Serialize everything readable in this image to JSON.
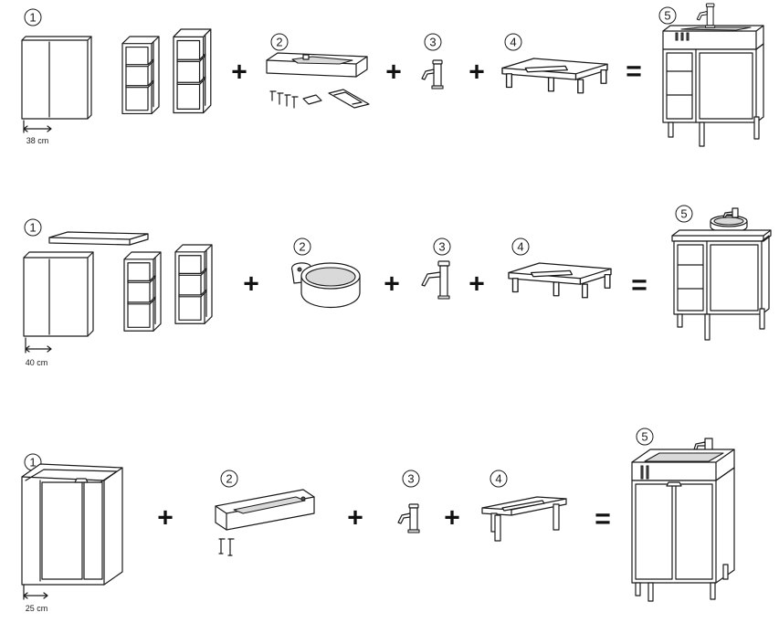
{
  "rows": [
    {
      "width_label": "38 cm",
      "steps": [
        "1",
        "2",
        "3",
        "4",
        "5"
      ],
      "operators": [
        "+",
        "+",
        "+",
        "="
      ]
    },
    {
      "width_label": "40 cm",
      "steps": [
        "1",
        "2",
        "3",
        "4",
        "5"
      ],
      "operators": [
        "+",
        "+",
        "+",
        "="
      ]
    },
    {
      "width_label": "25 cm",
      "steps": [
        "1",
        "2",
        "3",
        "4",
        "5"
      ],
      "operators": [
        "+",
        "+",
        "+",
        "="
      ]
    }
  ],
  "colors": {
    "line": "#1a1a1a",
    "background": "#ffffff",
    "shade": "#d9d9d9"
  }
}
